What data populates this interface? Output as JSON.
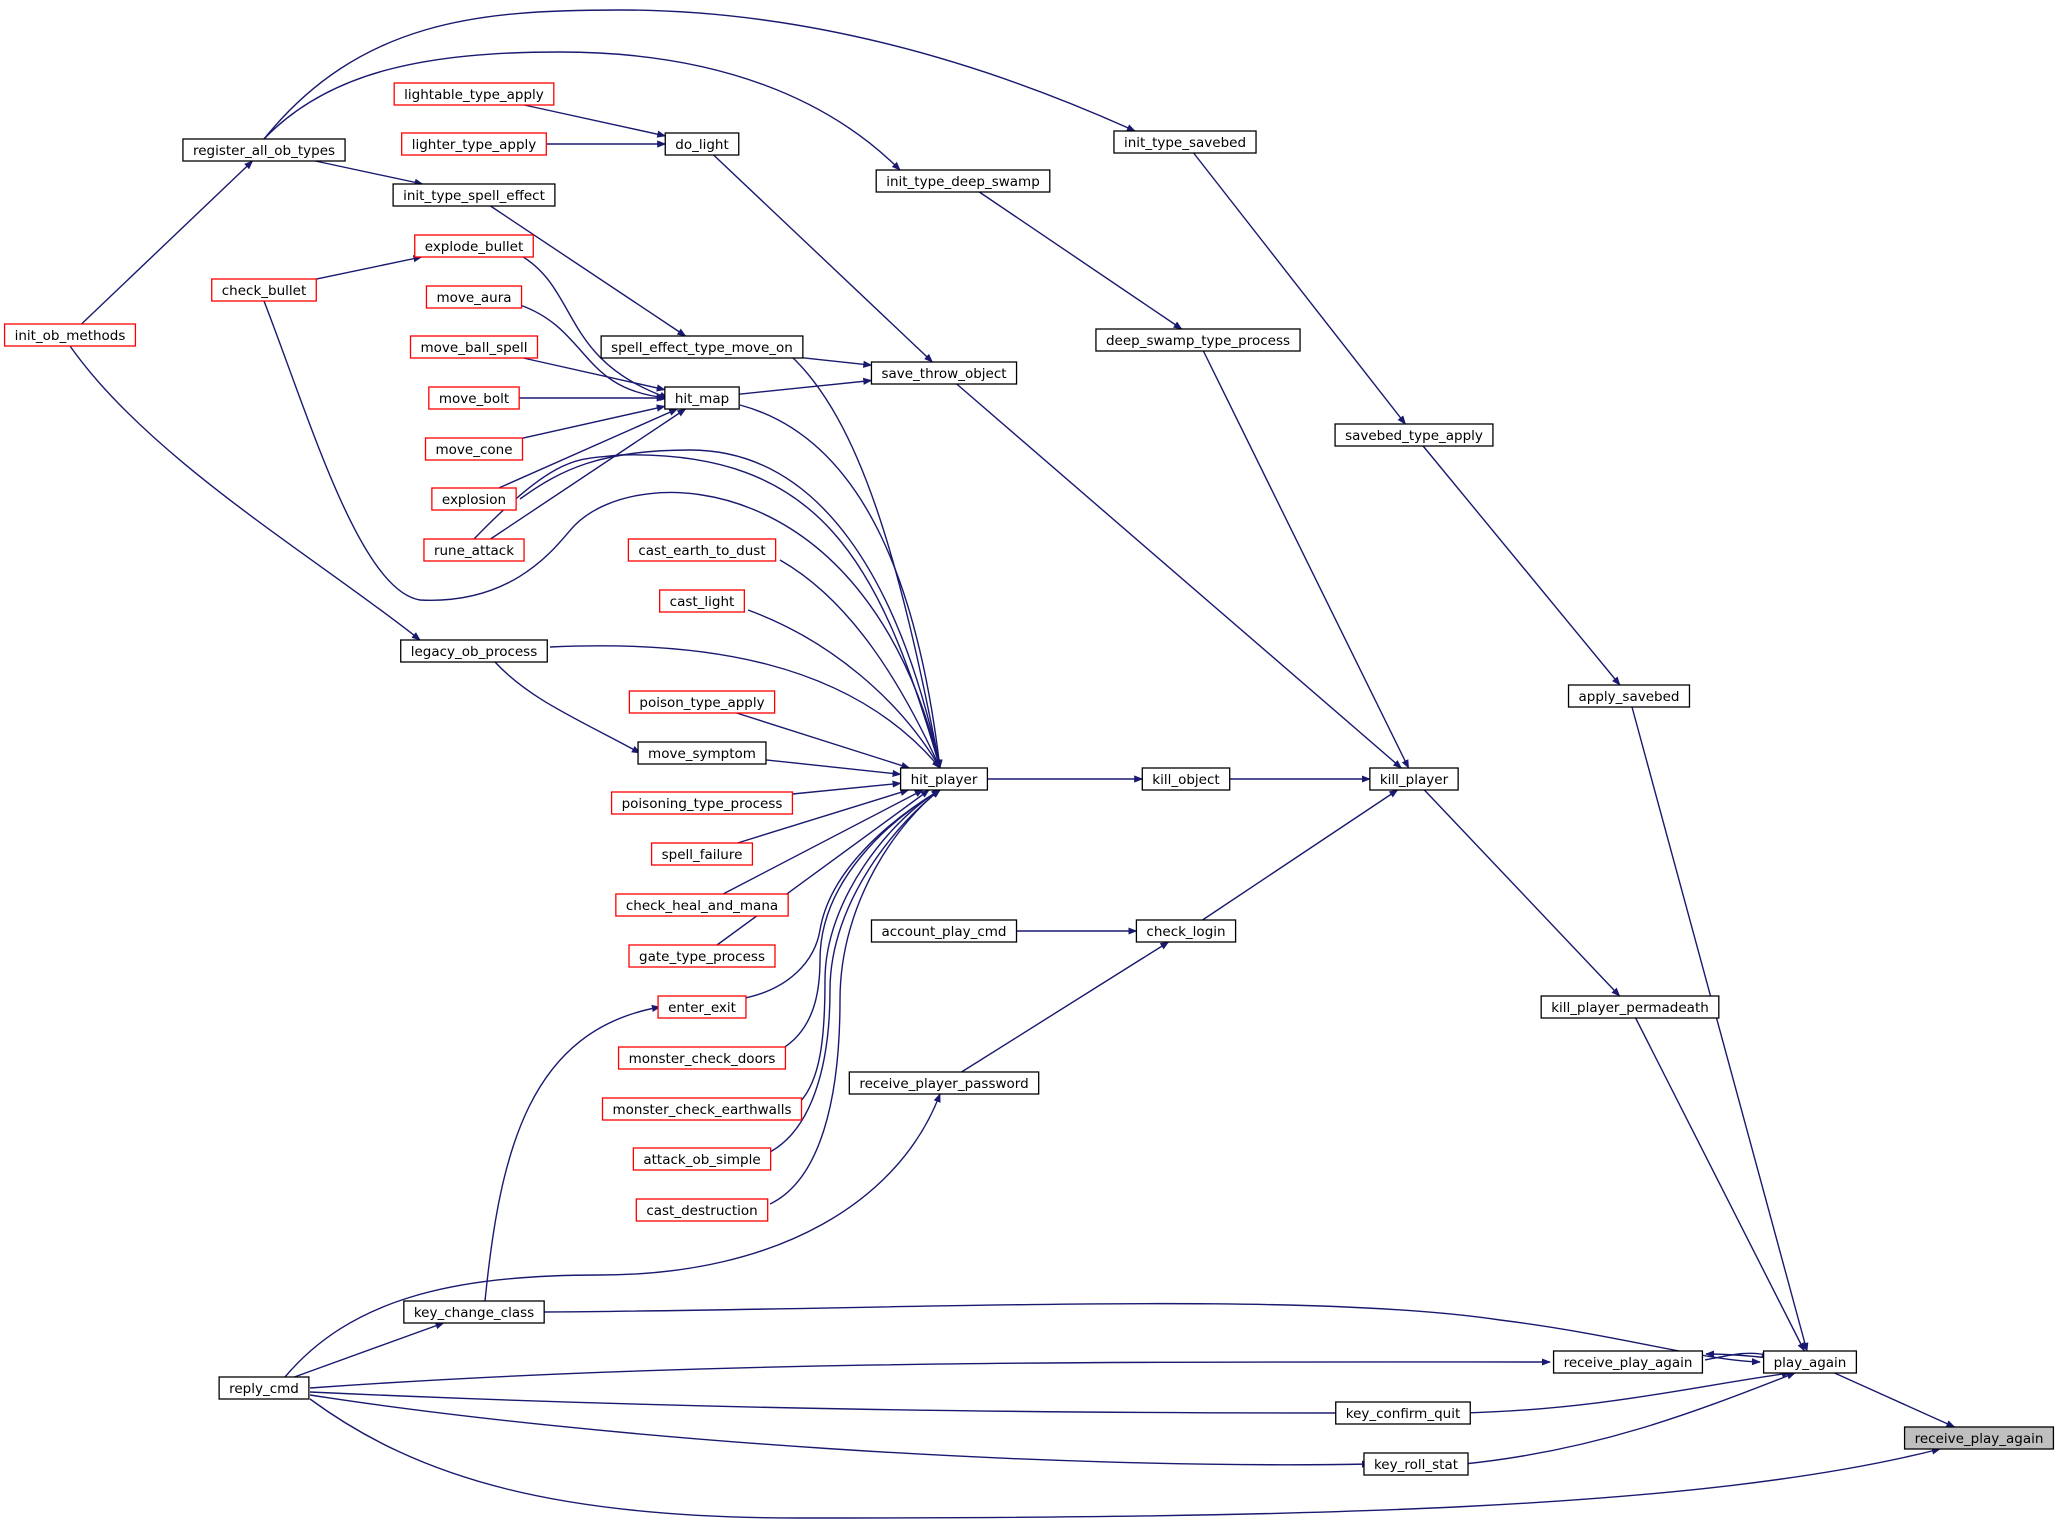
{
  "colors": {
    "edge": "#191970",
    "documented_border": "#000000",
    "undocumented_border": "#ff0000",
    "focus_fill": "#bfbfbf",
    "background": "#ffffff"
  },
  "nodes": [
    {
      "id": "receive_play_again",
      "label": "receive_play_again",
      "style": "focus"
    },
    {
      "id": "play_again",
      "label": "play_again",
      "style": "normal"
    },
    {
      "id": "kill_player_permadeath",
      "label": "kill_player_permadeath",
      "style": "normal"
    },
    {
      "id": "apply_savebed",
      "label": "apply_savebed",
      "style": "normal"
    },
    {
      "id": "savebed_type_apply",
      "label": "savebed_type_apply",
      "style": "normal"
    },
    {
      "id": "init_type_savebed",
      "label": "init_type_savebed",
      "style": "normal"
    },
    {
      "id": "receive_play_again_2",
      "label": "receive_play_again",
      "style": "normal"
    },
    {
      "id": "key_confirm_quit",
      "label": "key_confirm_quit",
      "style": "normal"
    },
    {
      "id": "key_roll_stat",
      "label": "key_roll_stat",
      "style": "normal"
    },
    {
      "id": "kill_player",
      "label": "kill_player",
      "style": "normal"
    },
    {
      "id": "deep_swamp_type_process",
      "label": "deep_swamp_type_process",
      "style": "normal"
    },
    {
      "id": "init_type_deep_swamp",
      "label": "init_type_deep_swamp",
      "style": "normal"
    },
    {
      "id": "kill_object",
      "label": "kill_object",
      "style": "normal"
    },
    {
      "id": "check_login",
      "label": "check_login",
      "style": "normal"
    },
    {
      "id": "hit_player",
      "label": "hit_player",
      "style": "normal"
    },
    {
      "id": "save_throw_object",
      "label": "save_throw_object",
      "style": "normal"
    },
    {
      "id": "spell_effect_type_move_on",
      "label": "spell_effect_type_move_on",
      "style": "normal"
    },
    {
      "id": "hit_map",
      "label": "hit_map",
      "style": "normal"
    },
    {
      "id": "do_light",
      "label": "do_light",
      "style": "normal"
    },
    {
      "id": "account_play_cmd",
      "label": "account_play_cmd",
      "style": "normal"
    },
    {
      "id": "receive_player_password",
      "label": "receive_player_password",
      "style": "normal"
    },
    {
      "id": "init_type_spell_effect",
      "label": "init_type_spell_effect",
      "style": "normal"
    },
    {
      "id": "lightable_type_apply",
      "label": "lightable_type_apply",
      "style": "red"
    },
    {
      "id": "lighter_type_apply",
      "label": "lighter_type_apply",
      "style": "red"
    },
    {
      "id": "register_all_ob_types",
      "label": "register_all_ob_types",
      "style": "normal"
    },
    {
      "id": "init_ob_methods",
      "label": "init_ob_methods",
      "style": "red"
    },
    {
      "id": "explode_bullet",
      "label": "explode_bullet",
      "style": "red"
    },
    {
      "id": "check_bullet",
      "label": "check_bullet",
      "style": "red"
    },
    {
      "id": "move_aura",
      "label": "move_aura",
      "style": "red"
    },
    {
      "id": "move_ball_spell",
      "label": "move_ball_spell",
      "style": "red"
    },
    {
      "id": "move_bolt",
      "label": "move_bolt",
      "style": "red"
    },
    {
      "id": "move_cone",
      "label": "move_cone",
      "style": "red"
    },
    {
      "id": "explosion",
      "label": "explosion",
      "style": "red"
    },
    {
      "id": "rune_attack",
      "label": "rune_attack",
      "style": "red"
    },
    {
      "id": "cast_earth_to_dust",
      "label": "cast_earth_to_dust",
      "style": "red"
    },
    {
      "id": "cast_light",
      "label": "cast_light",
      "style": "red"
    },
    {
      "id": "legacy_ob_process",
      "label": "legacy_ob_process",
      "style": "normal"
    },
    {
      "id": "poison_type_apply",
      "label": "poison_type_apply",
      "style": "red"
    },
    {
      "id": "move_symptom",
      "label": "move_symptom",
      "style": "normal"
    },
    {
      "id": "poisoning_type_process",
      "label": "poisoning_type_process",
      "style": "red"
    },
    {
      "id": "spell_failure",
      "label": "spell_failure",
      "style": "red"
    },
    {
      "id": "check_heal_and_mana",
      "label": "check_heal_and_mana",
      "style": "red"
    },
    {
      "id": "gate_type_process",
      "label": "gate_type_process",
      "style": "red"
    },
    {
      "id": "enter_exit",
      "label": "enter_exit",
      "style": "red"
    },
    {
      "id": "monster_check_doors",
      "label": "monster_check_doors",
      "style": "red"
    },
    {
      "id": "monster_check_earthwalls",
      "label": "monster_check_earthwalls",
      "style": "red"
    },
    {
      "id": "attack_ob_simple",
      "label": "attack_ob_simple",
      "style": "red"
    },
    {
      "id": "cast_destruction",
      "label": "cast_destruction",
      "style": "red"
    },
    {
      "id": "key_change_class",
      "label": "key_change_class",
      "style": "normal"
    },
    {
      "id": "reply_cmd",
      "label": "reply_cmd",
      "style": "normal"
    }
  ],
  "edges": [
    {
      "from": "play_again",
      "to": "receive_play_again"
    },
    {
      "from": "kill_player_permadeath",
      "to": "play_again"
    },
    {
      "from": "apply_savebed",
      "to": "play_again"
    },
    {
      "from": "key_change_class",
      "to": "play_again"
    },
    {
      "from": "receive_play_again_2",
      "to": "play_again"
    },
    {
      "from": "key_confirm_quit",
      "to": "play_again"
    },
    {
      "from": "key_roll_stat",
      "to": "play_again"
    },
    {
      "from": "reply_cmd",
      "to": "receive_play_again"
    },
    {
      "from": "play_again",
      "to": "receive_play_again_2"
    },
    {
      "from": "savebed_type_apply",
      "to": "apply_savebed"
    },
    {
      "from": "init_type_savebed",
      "to": "savebed_type_apply"
    },
    {
      "from": "register_all_ob_types",
      "to": "init_type_savebed"
    },
    {
      "from": "kill_player",
      "to": "kill_player_permadeath"
    },
    {
      "from": "deep_swamp_type_process",
      "to": "kill_player"
    },
    {
      "from": "init_type_deep_swamp",
      "to": "deep_swamp_type_process"
    },
    {
      "from": "register_all_ob_types",
      "to": "init_type_deep_swamp"
    },
    {
      "from": "kill_object",
      "to": "kill_player"
    },
    {
      "from": "save_throw_object",
      "to": "kill_player"
    },
    {
      "from": "check_login",
      "to": "kill_player"
    },
    {
      "from": "hit_player",
      "to": "kill_object"
    },
    {
      "from": "account_play_cmd",
      "to": "check_login"
    },
    {
      "from": "receive_player_password",
      "to": "check_login"
    },
    {
      "from": "reply_cmd",
      "to": "receive_player_password"
    },
    {
      "from": "spell_effect_type_move_on",
      "to": "save_throw_object"
    },
    {
      "from": "hit_map",
      "to": "save_throw_object"
    },
    {
      "from": "do_light",
      "to": "save_throw_object"
    },
    {
      "from": "lightable_type_apply",
      "to": "do_light"
    },
    {
      "from": "lighter_type_apply",
      "to": "do_light"
    },
    {
      "from": "init_type_spell_effect",
      "to": "spell_effect_type_move_on"
    },
    {
      "from": "register_all_ob_types",
      "to": "init_type_spell_effect"
    },
    {
      "from": "init_ob_methods",
      "to": "register_all_ob_types"
    },
    {
      "from": "explode_bullet",
      "to": "hit_map"
    },
    {
      "from": "move_aura",
      "to": "hit_map"
    },
    {
      "from": "move_ball_spell",
      "to": "hit_map"
    },
    {
      "from": "move_bolt",
      "to": "hit_map"
    },
    {
      "from": "move_cone",
      "to": "hit_map"
    },
    {
      "from": "explosion",
      "to": "hit_map"
    },
    {
      "from": "rune_attack",
      "to": "hit_map"
    },
    {
      "from": "check_bullet",
      "to": "explode_bullet"
    },
    {
      "from": "check_bullet",
      "to": "hit_player"
    },
    {
      "from": "rune_attack",
      "to": "hit_player"
    },
    {
      "from": "spell_effect_type_move_on",
      "to": "hit_player"
    },
    {
      "from": "hit_map",
      "to": "hit_player"
    },
    {
      "from": "explosion",
      "to": "hit_player"
    },
    {
      "from": "cast_earth_to_dust",
      "to": "hit_player"
    },
    {
      "from": "cast_light",
      "to": "hit_player"
    },
    {
      "from": "legacy_ob_process",
      "to": "hit_player"
    },
    {
      "from": "poison_type_apply",
      "to": "hit_player"
    },
    {
      "from": "move_symptom",
      "to": "hit_player"
    },
    {
      "from": "poisoning_type_process",
      "to": "hit_player"
    },
    {
      "from": "spell_failure",
      "to": "hit_player"
    },
    {
      "from": "check_heal_and_mana",
      "to": "hit_player"
    },
    {
      "from": "gate_type_process",
      "to": "hit_player"
    },
    {
      "from": "enter_exit",
      "to": "hit_player"
    },
    {
      "from": "monster_check_doors",
      "to": "hit_player"
    },
    {
      "from": "monster_check_earthwalls",
      "to": "hit_player"
    },
    {
      "from": "attack_ob_simple",
      "to": "hit_player"
    },
    {
      "from": "cast_destruction",
      "to": "hit_player"
    },
    {
      "from": "init_ob_methods",
      "to": "legacy_ob_process"
    },
    {
      "from": "legacy_ob_process",
      "to": "move_symptom"
    },
    {
      "from": "key_change_class",
      "to": "enter_exit"
    },
    {
      "from": "reply_cmd",
      "to": "key_change_class"
    },
    {
      "from": "reply_cmd",
      "to": "receive_play_again_2"
    },
    {
      "from": "reply_cmd",
      "to": "key_confirm_quit"
    },
    {
      "from": "reply_cmd",
      "to": "key_roll_stat"
    }
  ]
}
